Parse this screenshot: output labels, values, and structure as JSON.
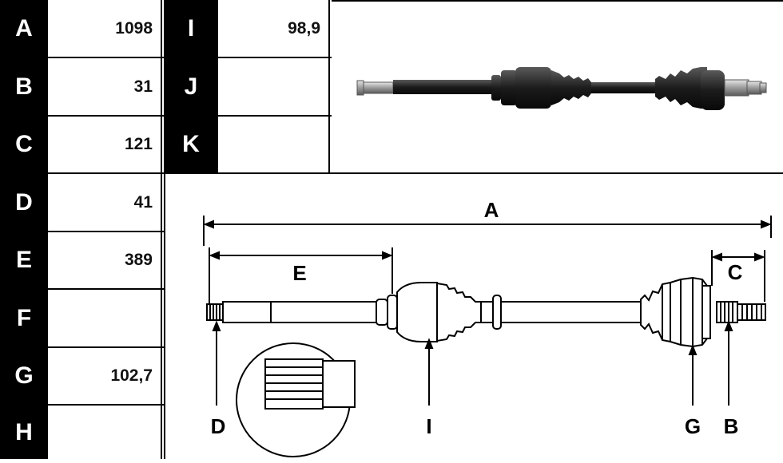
{
  "spec_table_left": [
    {
      "label": "A",
      "value": "1098"
    },
    {
      "label": "B",
      "value": "31"
    },
    {
      "label": "C",
      "value": "121"
    },
    {
      "label": "D",
      "value": "41"
    },
    {
      "label": "E",
      "value": "389"
    },
    {
      "label": "F",
      "value": ""
    },
    {
      "label": "G",
      "value": "102,7"
    },
    {
      "label": "H",
      "value": ""
    }
  ],
  "spec_table_right": [
    {
      "label": "I",
      "value": "98,9"
    },
    {
      "label": "J",
      "value": ""
    },
    {
      "label": "K",
      "value": ""
    }
  ],
  "diagram_labels": {
    "a": "A",
    "b": "B",
    "c": "C",
    "d": "D",
    "e": "E",
    "g": "G",
    "i": "I"
  }
}
